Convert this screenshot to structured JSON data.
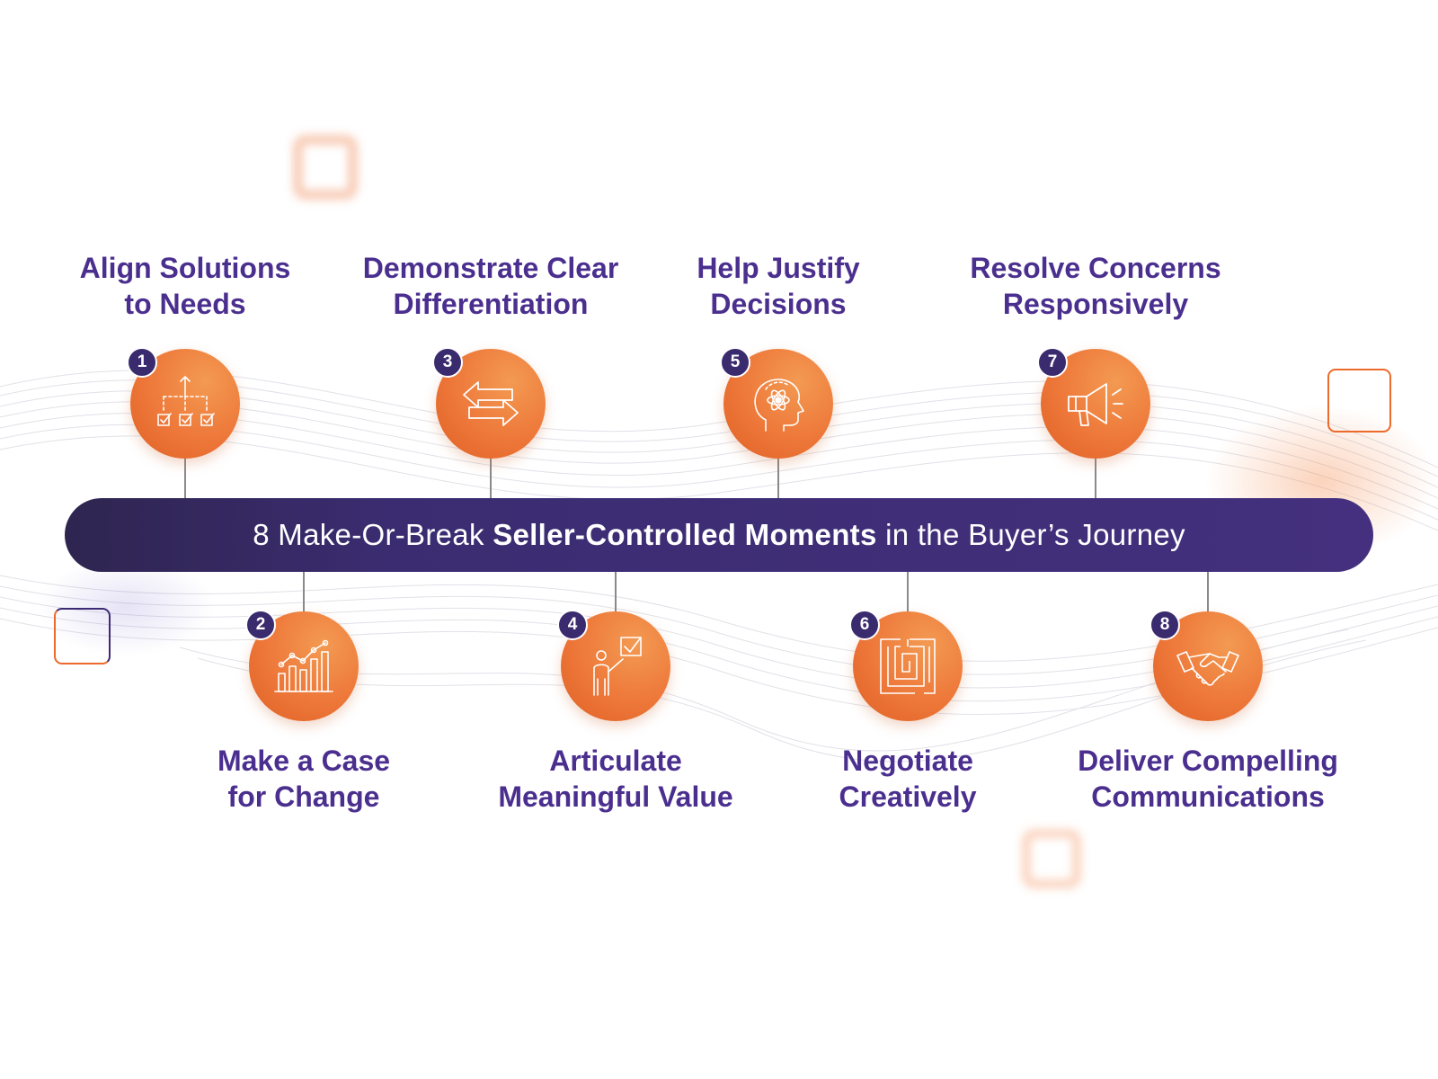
{
  "banner": {
    "prefix": "8 Make-Or-Break ",
    "emphasis": "Seller-Controlled Moments",
    "suffix": " in the Buyer’s Journey"
  },
  "moments": [
    {
      "number": "1",
      "line1": "Align Solutions",
      "line2": "to Needs",
      "icon": "hierarchy-checklist-icon"
    },
    {
      "number": "2",
      "line1": "Make a Case",
      "line2": "for Change",
      "icon": "growth-chart-icon"
    },
    {
      "number": "3",
      "line1": "Demonstrate Clear",
      "line2": "Differentiation",
      "icon": "opposite-arrows-icon"
    },
    {
      "number": "4",
      "line1": "Articulate",
      "line2": "Meaningful Value",
      "icon": "presenter-checkmark-icon"
    },
    {
      "number": "5",
      "line1": "Help Justify",
      "line2": "Decisions",
      "icon": "head-atom-icon"
    },
    {
      "number": "6",
      "line1": "Negotiate",
      "line2": "Creatively",
      "icon": "maze-icon"
    },
    {
      "number": "7",
      "line1": "Resolve Concerns",
      "line2": "Responsively",
      "icon": "megaphone-icon"
    },
    {
      "number": "8",
      "line1": "Deliver Compelling",
      "line2": "Communications",
      "icon": "handshake-icon"
    }
  ],
  "colors": {
    "banner": "#3b2c71",
    "heading_text": "#4b2f8f",
    "node_orange": "#ee7a3b",
    "badge": "#3a2a6e"
  }
}
